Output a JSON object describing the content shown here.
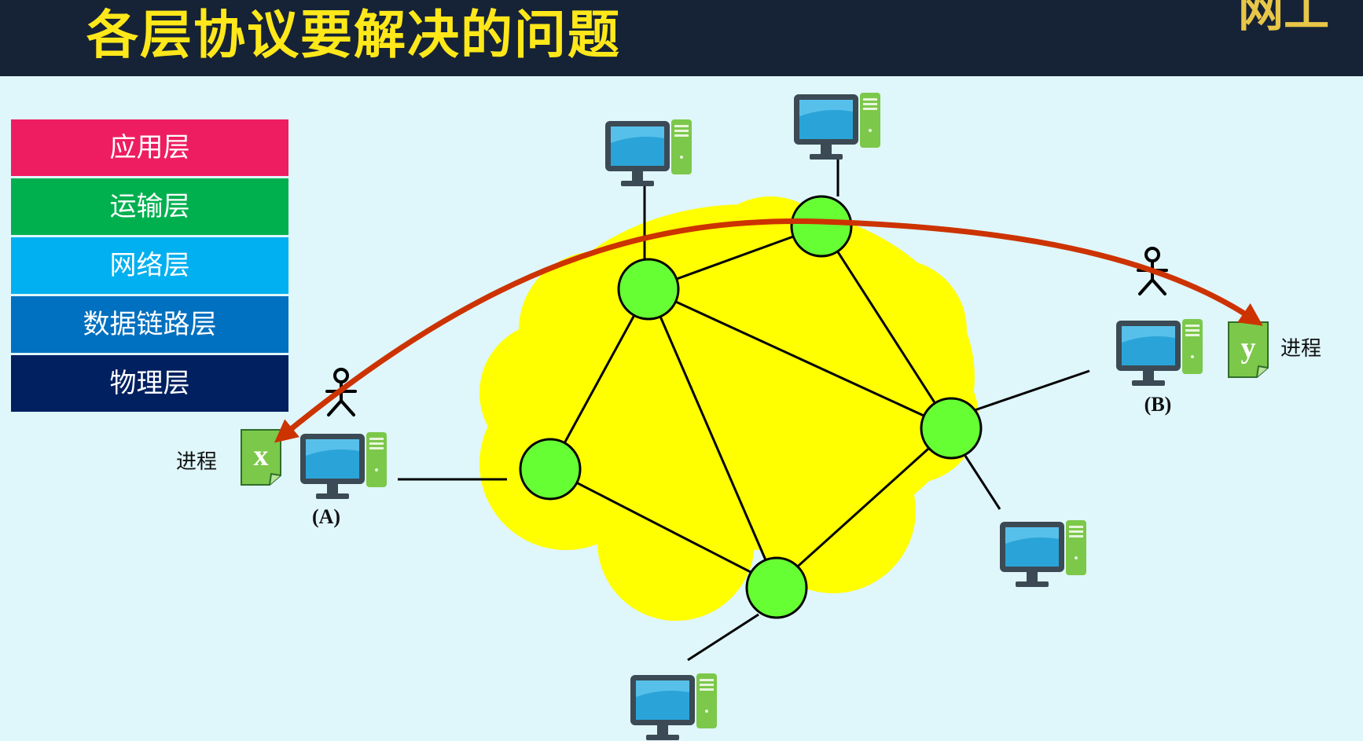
{
  "header": {
    "title": "各层协议要解决的问题"
  },
  "layers": [
    {
      "label": "应用层",
      "color": "#ee1d62"
    },
    {
      "label": "运输层",
      "color": "#00b04f"
    },
    {
      "label": "网络层",
      "color": "#00b0f0"
    },
    {
      "label": "数据链路层",
      "color": "#0070c0"
    },
    {
      "label": "物理层",
      "color": "#002060"
    }
  ],
  "diagram": {
    "host_a": {
      "label": "(A)",
      "process_label": "进程",
      "process_name": "x"
    },
    "host_b": {
      "label": "(B)",
      "process_label": "进程",
      "process_name": "y"
    },
    "colors": {
      "cloud": "#ffff00",
      "router": "#66ff33",
      "arrow": "#cc3300",
      "monitor_screen": "#2aa4d8",
      "tower": "#7cc84a",
      "document": "#7cc84a"
    }
  }
}
